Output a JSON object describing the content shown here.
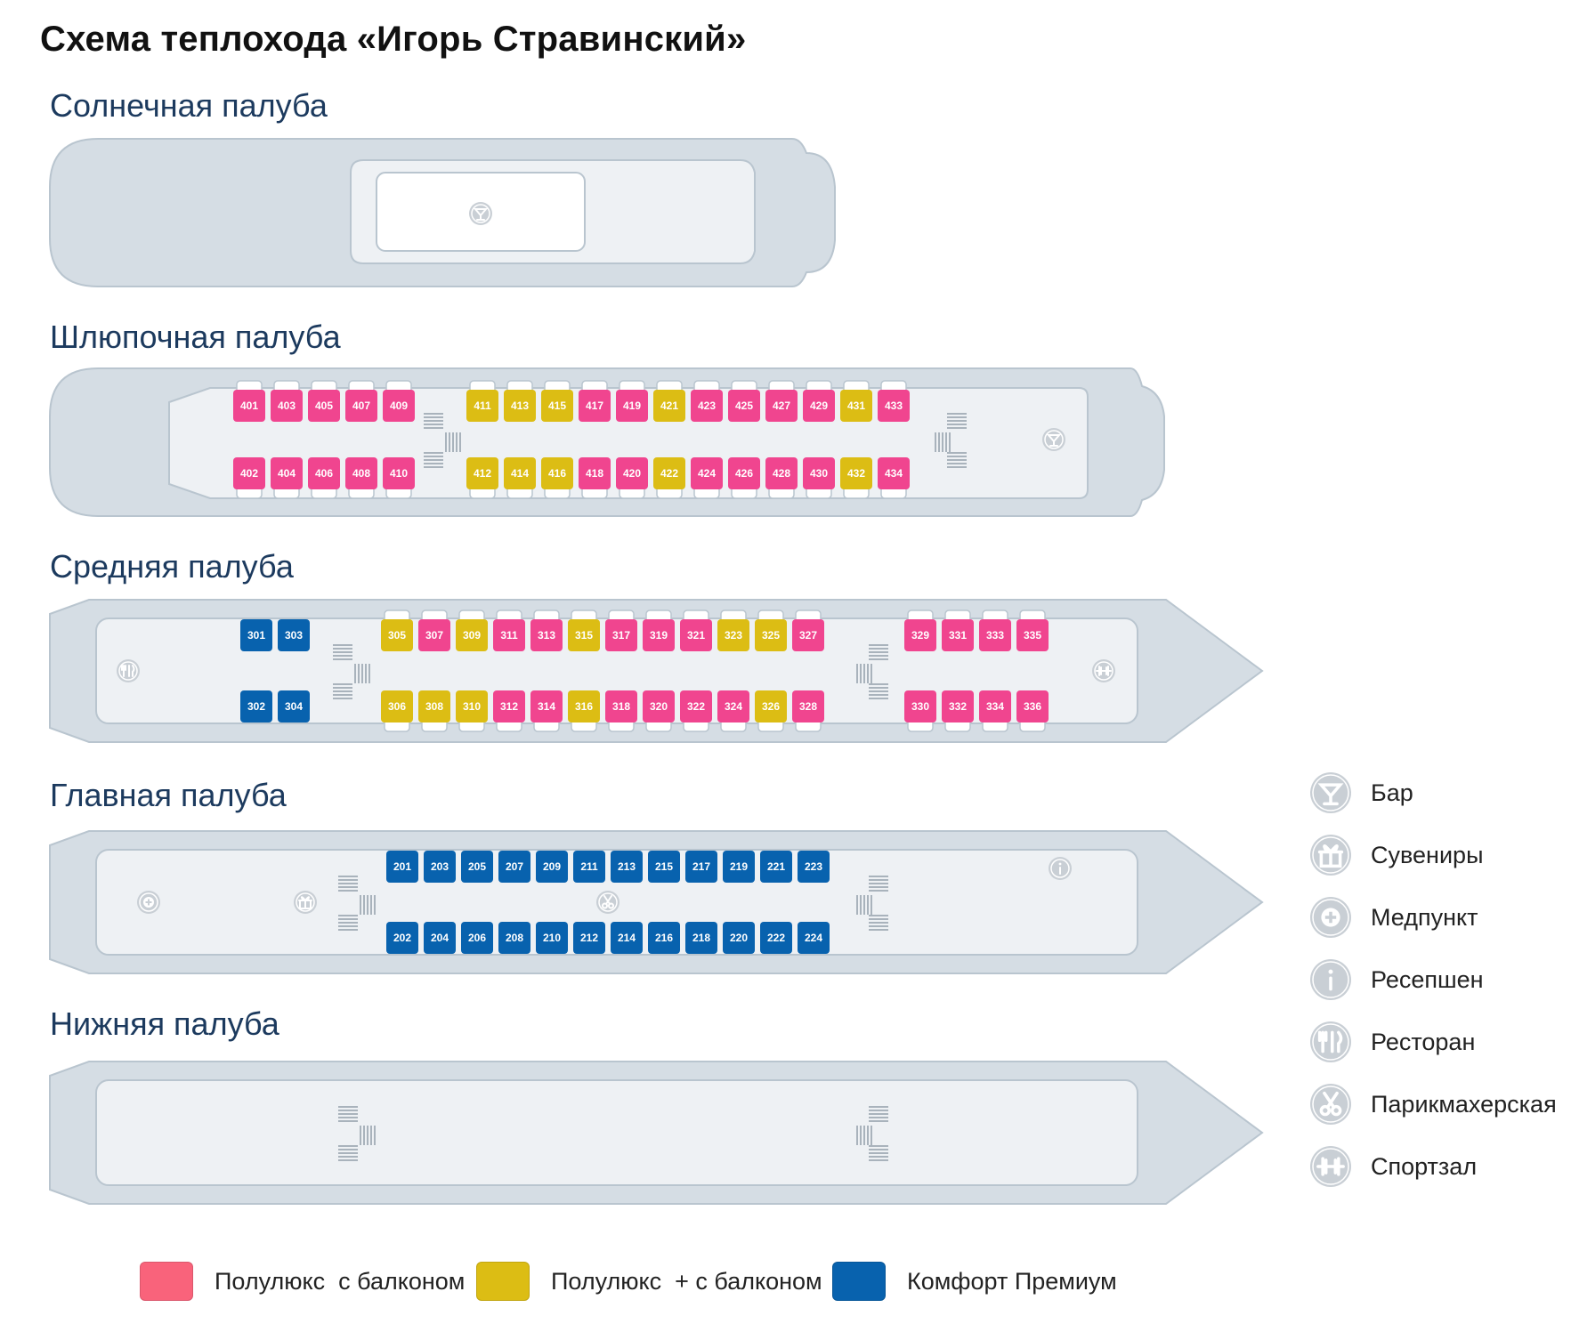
{
  "title": "Схема теплохода «Игорь Стравинский»",
  "colors": {
    "polulux_balcony": "#f0458f",
    "polulux_plus_balcony": "#dcbd14",
    "comfort_premium": "#0862ae",
    "hull": "#d5dde4",
    "inner": "#eef1f4",
    "title": "#1c3a5e"
  },
  "decks": [
    {
      "key": "sun",
      "title": "Солнечная палуба"
    },
    {
      "key": "boat",
      "title": "Шлюпочная палуба"
    },
    {
      "key": "middle",
      "title": "Средняя палуба"
    },
    {
      "key": "main",
      "title": "Главная палуба"
    },
    {
      "key": "lower",
      "title": "Нижняя палуба"
    }
  ],
  "cabins": {
    "boat": {
      "top": [
        {
          "n": "401",
          "c": "p"
        },
        {
          "n": "403",
          "c": "p"
        },
        {
          "n": "405",
          "c": "p"
        },
        {
          "n": "407",
          "c": "p"
        },
        {
          "n": "409",
          "c": "p"
        },
        {
          "n": "411",
          "c": "y"
        },
        {
          "n": "413",
          "c": "y"
        },
        {
          "n": "415",
          "c": "y"
        },
        {
          "n": "417",
          "c": "p"
        },
        {
          "n": "419",
          "c": "p"
        },
        {
          "n": "421",
          "c": "y"
        },
        {
          "n": "423",
          "c": "p"
        },
        {
          "n": "425",
          "c": "p"
        },
        {
          "n": "427",
          "c": "p"
        },
        {
          "n": "429",
          "c": "p"
        },
        {
          "n": "431",
          "c": "y"
        },
        {
          "n": "433",
          "c": "p"
        }
      ],
      "bottom": [
        {
          "n": "402",
          "c": "p"
        },
        {
          "n": "404",
          "c": "p"
        },
        {
          "n": "406",
          "c": "p"
        },
        {
          "n": "408",
          "c": "p"
        },
        {
          "n": "410",
          "c": "p"
        },
        {
          "n": "412",
          "c": "y"
        },
        {
          "n": "414",
          "c": "y"
        },
        {
          "n": "416",
          "c": "y"
        },
        {
          "n": "418",
          "c": "p"
        },
        {
          "n": "420",
          "c": "p"
        },
        {
          "n": "422",
          "c": "y"
        },
        {
          "n": "424",
          "c": "p"
        },
        {
          "n": "426",
          "c": "p"
        },
        {
          "n": "428",
          "c": "p"
        },
        {
          "n": "430",
          "c": "p"
        },
        {
          "n": "432",
          "c": "y"
        },
        {
          "n": "434",
          "c": "p"
        }
      ]
    },
    "middle": {
      "top": [
        {
          "n": "301",
          "c": "b"
        },
        {
          "n": "303",
          "c": "b"
        },
        {
          "n": "305",
          "c": "y"
        },
        {
          "n": "307",
          "c": "p"
        },
        {
          "n": "309",
          "c": "y"
        },
        {
          "n": "311",
          "c": "p"
        },
        {
          "n": "313",
          "c": "p"
        },
        {
          "n": "315",
          "c": "y"
        },
        {
          "n": "317",
          "c": "p"
        },
        {
          "n": "319",
          "c": "p"
        },
        {
          "n": "321",
          "c": "p"
        },
        {
          "n": "323",
          "c": "y"
        },
        {
          "n": "325",
          "c": "y"
        },
        {
          "n": "327",
          "c": "p"
        },
        {
          "n": "329",
          "c": "p"
        },
        {
          "n": "331",
          "c": "p"
        },
        {
          "n": "333",
          "c": "p"
        },
        {
          "n": "335",
          "c": "p"
        }
      ],
      "bottom": [
        {
          "n": "302",
          "c": "b"
        },
        {
          "n": "304",
          "c": "b"
        },
        {
          "n": "306",
          "c": "y"
        },
        {
          "n": "308",
          "c": "y"
        },
        {
          "n": "310",
          "c": "y"
        },
        {
          "n": "312",
          "c": "p"
        },
        {
          "n": "314",
          "c": "p"
        },
        {
          "n": "316",
          "c": "y"
        },
        {
          "n": "318",
          "c": "p"
        },
        {
          "n": "320",
          "c": "p"
        },
        {
          "n": "322",
          "c": "p"
        },
        {
          "n": "324",
          "c": "p"
        },
        {
          "n": "326",
          "c": "y"
        },
        {
          "n": "328",
          "c": "p"
        },
        {
          "n": "330",
          "c": "p"
        },
        {
          "n": "332",
          "c": "p"
        },
        {
          "n": "334",
          "c": "p"
        },
        {
          "n": "336",
          "c": "p"
        }
      ]
    },
    "main": {
      "top": [
        "201",
        "203",
        "205",
        "207",
        "209",
        "211",
        "213",
        "215",
        "217",
        "219",
        "221",
        "223"
      ],
      "bottom": [
        "202",
        "204",
        "206",
        "208",
        "210",
        "212",
        "214",
        "216",
        "218",
        "220",
        "222",
        "224"
      ]
    }
  },
  "legend_icons": [
    {
      "icon": "bar-icon",
      "label": "Бар"
    },
    {
      "icon": "gift-icon",
      "label": "Сувениры"
    },
    {
      "icon": "medical-icon",
      "label": "Медпункт"
    },
    {
      "icon": "info-icon",
      "label": "Ресепшен"
    },
    {
      "icon": "restaurant-icon",
      "label": "Ресторан"
    },
    {
      "icon": "scissors-icon",
      "label": "Парикмахерская"
    },
    {
      "icon": "dumbbell-icon",
      "label": "Спортзал"
    }
  ],
  "legend_categories": [
    {
      "label": "Полулюкс  с балконом",
      "color": "#f0458f"
    },
    {
      "label": "Полулюкс  + с балконом",
      "color": "#dcbd14"
    },
    {
      "label": "Комфорт Премиум",
      "color": "#0862ae"
    }
  ]
}
